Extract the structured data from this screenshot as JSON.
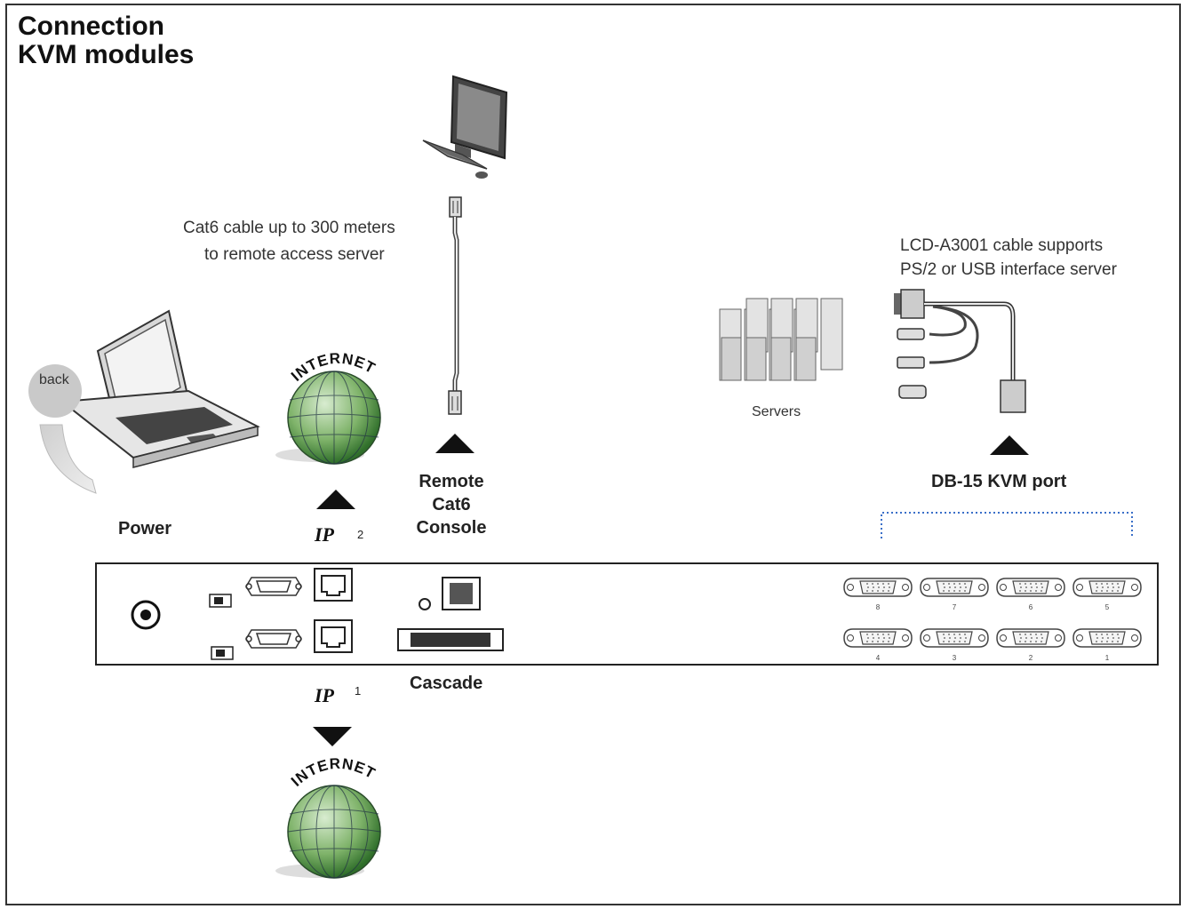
{
  "title": {
    "line1": "Connection",
    "line2": "KVM modules"
  },
  "labels": {
    "cat6_cable_line1": "Cat6 cable up to 300 meters",
    "cat6_cable_line2": "to remote access server",
    "lcd_cable_line1": "LCD-A3001 cable supports",
    "lcd_cable_line2": "PS/2 or USB interface server",
    "back": "back",
    "power": "Power",
    "servers": "Servers",
    "remote_line1": "Remote",
    "remote_line2": "Cat6",
    "remote_line3": "Console",
    "db15": "DB-15 KVM port",
    "cascade": "Cascade",
    "ip": "IP",
    "ip_top_index": "2",
    "ip_bottom_index": "1",
    "internet": "INTERNET"
  },
  "ports": {
    "top_row": [
      "8",
      "7",
      "6",
      "5"
    ],
    "bottom_row": [
      "4",
      "3",
      "2",
      "1"
    ]
  },
  "icons": [
    "desktop-computer-icon",
    "rack-console-icon",
    "globe-icon",
    "servers-icon",
    "kvm-cable-icon",
    "arrow-up-icon",
    "arrow-down-icon"
  ]
}
